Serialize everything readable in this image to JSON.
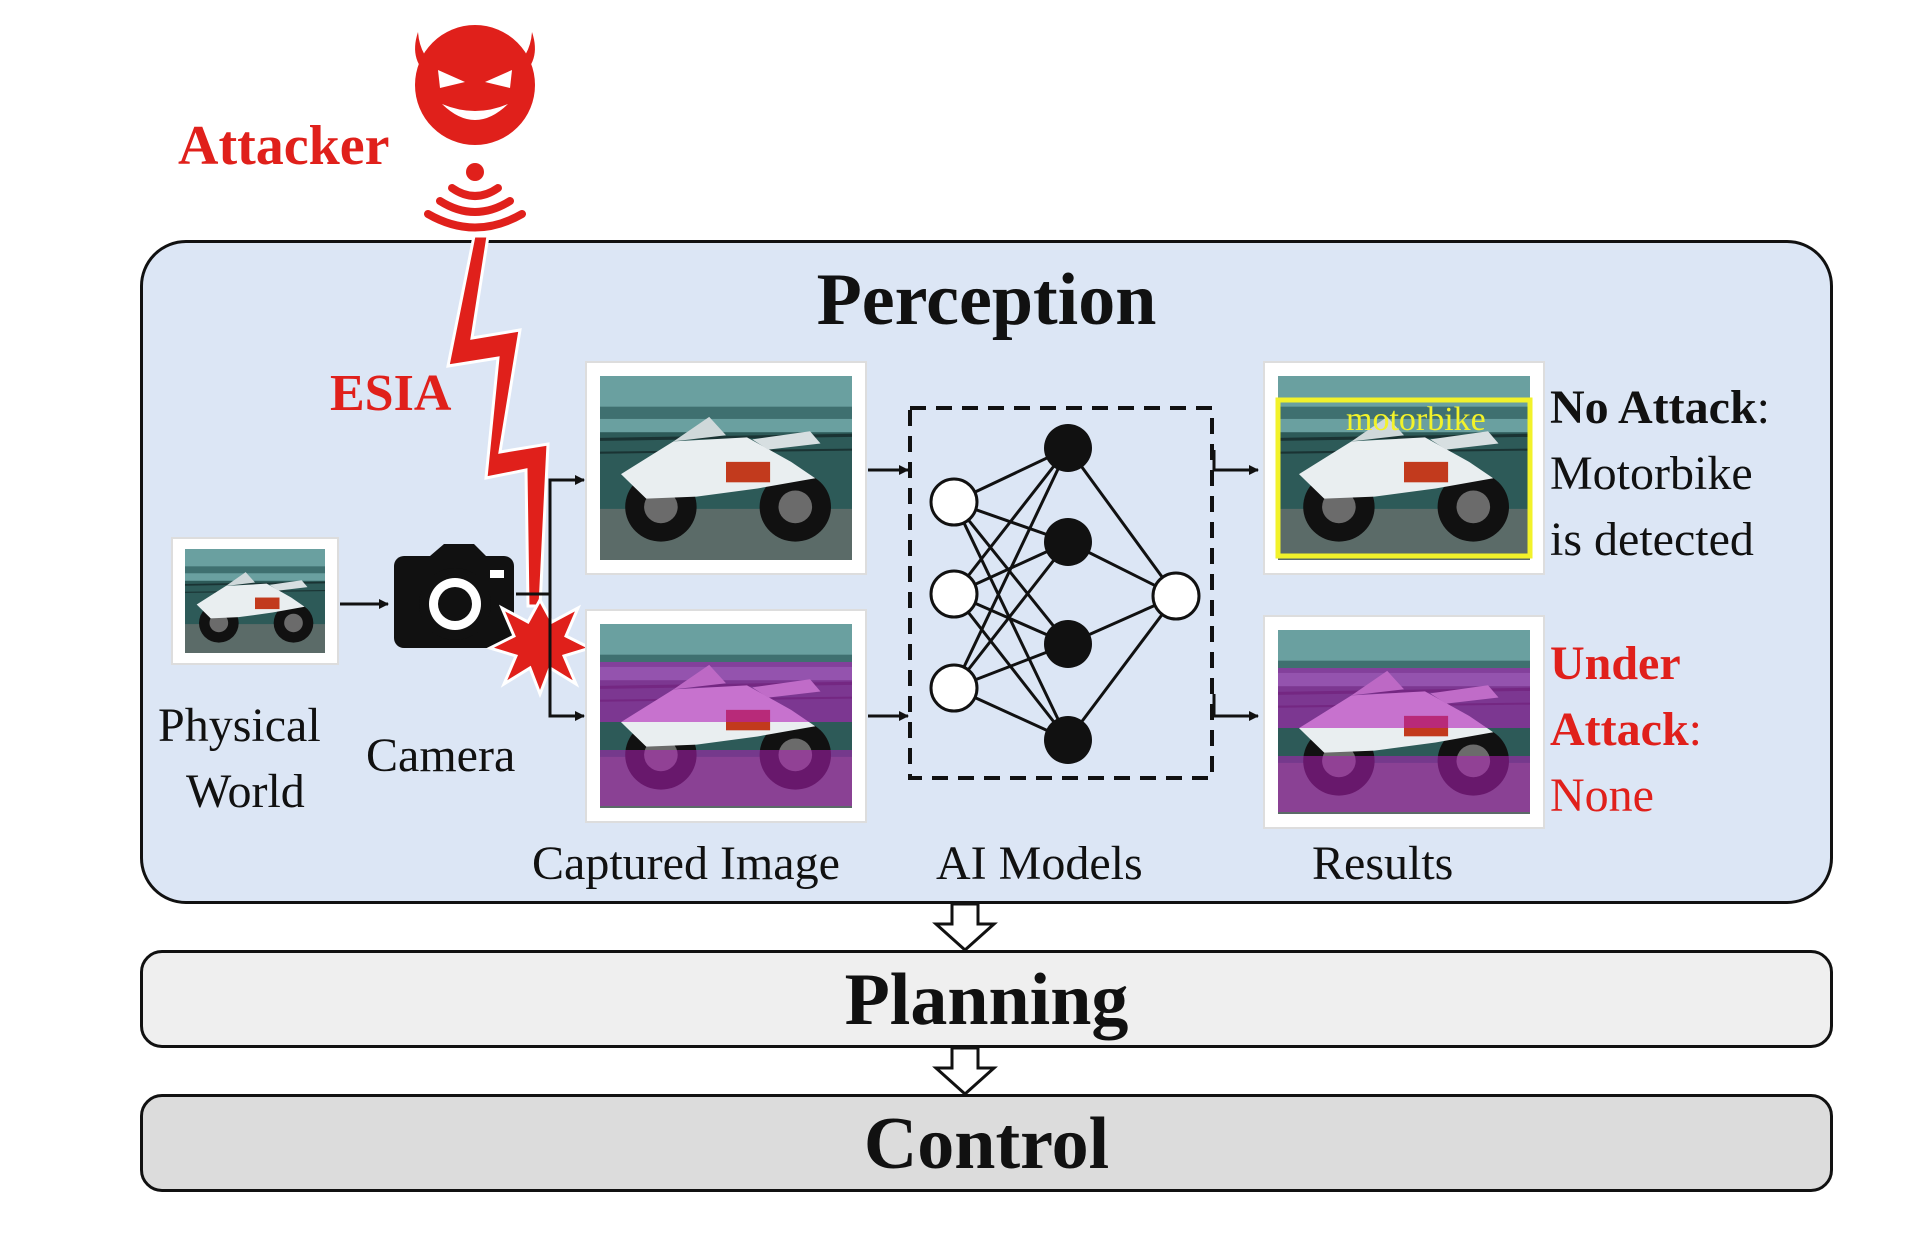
{
  "attacker": {
    "label": "Attacker",
    "icon": "devil-icon"
  },
  "attack": {
    "label": "ESIA"
  },
  "stages": {
    "perception": "Perception",
    "planning": "Planning",
    "control": "Control"
  },
  "labels": {
    "physical_world_line1": "Physical",
    "physical_world_line2": "World",
    "camera": "Camera",
    "captured_image": "Captured Image",
    "ai_models": "AI Models",
    "results": "Results",
    "detection_label": "motorbike"
  },
  "outcomes": {
    "no_attack": {
      "heading": "No Attack",
      "colon": ":",
      "line2": "Motorbike",
      "line3": "is detected"
    },
    "under_attack": {
      "heading_line1": "Under",
      "heading_line2": "Attack",
      "colon": ":",
      "result": "None"
    }
  },
  "colors": {
    "attack_red": "#e0201b",
    "perception_bg": "#dce6f5",
    "planning_bg": "#efefef",
    "control_bg": "#dcdcdc",
    "attack_tint": "#b01fb8",
    "bbox_yellow": "#f2f22a"
  }
}
